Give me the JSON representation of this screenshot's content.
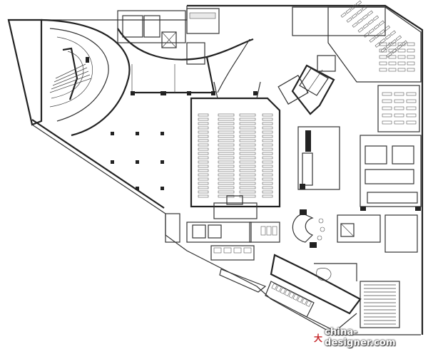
{
  "drawing": {
    "type": "architectural floor plan",
    "palette": {
      "line": "#333333",
      "fill": "#222222",
      "background": "#ffffff"
    }
  },
  "watermark": {
    "mark": "大",
    "site": "china-designer.com",
    "mark_color": "#c6282b"
  }
}
